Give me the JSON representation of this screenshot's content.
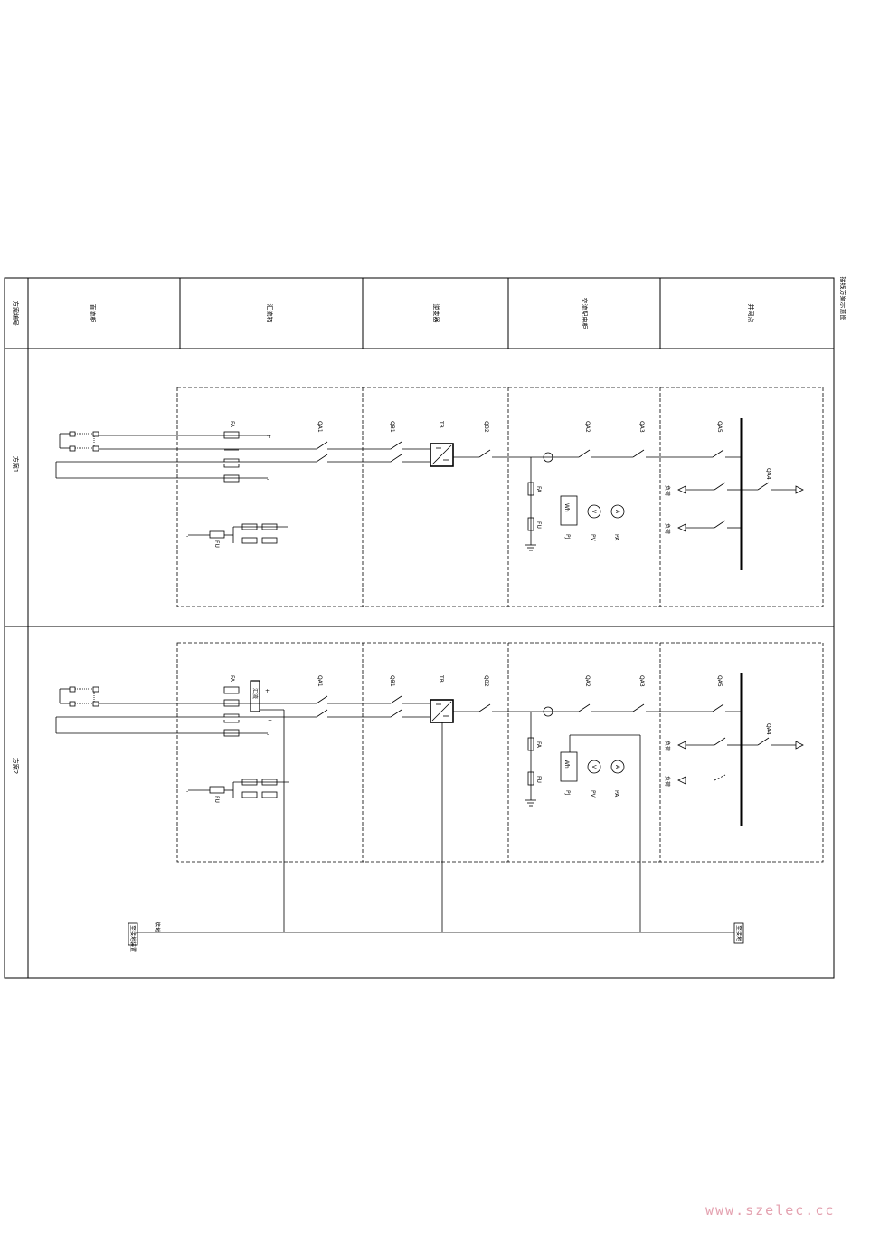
{
  "drawing_title": "接线方案示意图",
  "headers": {
    "col1": "方案编号",
    "col2": "直流柜",
    "col3": "汇流箱",
    "col4": "逆变器",
    "col5": "交流配电柜",
    "col6": "并网点"
  },
  "rows": {
    "row1": "方案1",
    "row2": "方案2"
  },
  "labels": {
    "qa1": "QA1",
    "qb1": "QB1",
    "tb": "TB",
    "qb2": "QB2",
    "qa2": "QA2",
    "qa3": "QA3",
    "qa5": "QA5",
    "qa4": "QA4",
    "fa": "FA",
    "fu": "FU",
    "pj": "PJ",
    "pv": "PV",
    "pa": "PA",
    "wh": "Wh",
    "v": "V",
    "a": "A",
    "plus": "+",
    "minus": "-",
    "load1": "负荷",
    "load2": "负荷",
    "combiner": "汇流",
    "gnd_left": "接地",
    "bus_left": "至接地装置",
    "bus_right": "至接地"
  },
  "watermark": "www.szelec.cc"
}
